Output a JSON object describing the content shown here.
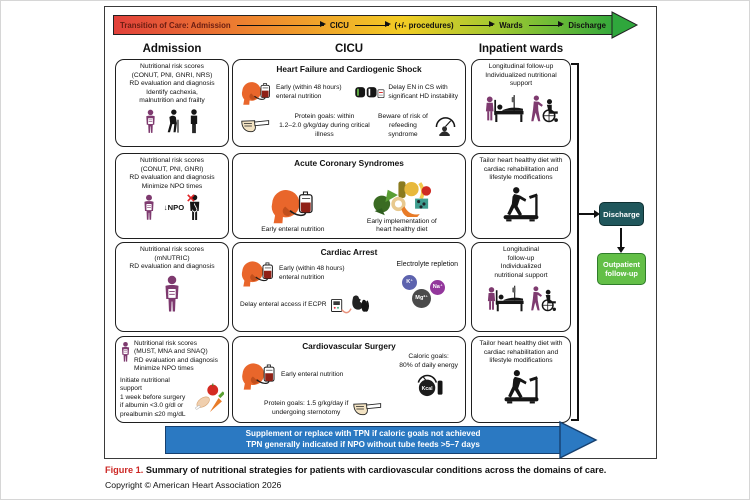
{
  "banner": {
    "title": "Transition of Care: Admission",
    "steps": [
      "CICU",
      "(+/- procedures)",
      "Wards",
      "Discharge"
    ]
  },
  "columns": {
    "c1": "Admission",
    "c2": "CICU",
    "c3": "Inpatient wards"
  },
  "rows": [
    {
      "admission": {
        "text": "Nutritional risk scores\n(CONUT, PNI, GNRI, NRS)\nRD evaluation and diagnosis\nIdentify cachexia,\nmalnutrition and frailty"
      },
      "cicu": {
        "title": "Heart Failure and Cardiogenic Shock",
        "enteral": "Early (within 48 hours)\nenteral nutrition",
        "delay": "Delay EN in CS with\nsignificant HD instability",
        "protein": "Protein goals: within\n1.2–2.0 g/kg/day during critical illness",
        "refeeding": "Beware of risk of\nrefeeding syndrome"
      },
      "wards": {
        "text": "Longitudinal follow-up\nIndividualized nutritional\nsupport"
      }
    },
    {
      "admission": {
        "text": "Nutritional risk scores\n(CONUT, PNI, GNRI)\nRD evaluation and diagnosis\nMinimize NPO times",
        "npo": "↓NPO"
      },
      "cicu": {
        "title": "Acute Coronary Syndromes",
        "enteral": "Early enteral nutrition",
        "diet": "Early implementation of\nheart healthy diet"
      },
      "wards": {
        "text": "Tailor heart healthy diet with\ncardiac rehabilitation and\nlifestyle modifications"
      }
    },
    {
      "admission": {
        "text": "Nutritional risk scores\n(mNUTRIC)\nRD evaluation and diagnosis"
      },
      "cicu": {
        "title": "Cardiac Arrest",
        "enteral": "Early (within 48 hours)\nenteral nutrition",
        "delay": "Delay enteral access if ECPR",
        "electrolyte_title": "Electrolyte repletion",
        "electrolytes": [
          "K⁺",
          "Na⁺",
          "Mg²⁺"
        ]
      },
      "wards": {
        "text": "Longitudinal\nfollow-up\nIndividualized\nnutritional support"
      }
    },
    {
      "admission": {
        "text": "Nutritional risk scores\n(MUST, MNA and SNAQ)\nRD evaluation and diagnosis\nMinimize NPO times",
        "text2": "Initiate nutritional support\n1 week before surgery\nif albumin <3.0 g/dl or\nprealbumin ≤20 mg/dL"
      },
      "cicu": {
        "title": "Cardiovascular Surgery",
        "enteral": "Early enteral nutrition",
        "caloric": "Caloric goals:\n80% of daily energy",
        "protein": "Protein goals: 1.5 g/kg/day if\nundergoing sternotomy",
        "kcal_label": "Kcal"
      },
      "wards": {
        "text": "Tailor heart healthy diet with\ncardiac rehabilitation and\nlifestyle modifications"
      }
    }
  ],
  "side": {
    "discharge": "Discharge",
    "outpatient": "Outpatient\nfollow-up"
  },
  "tpn_banner": {
    "line1": "Supplement or replace with TPN if caloric goals not achieved",
    "line2": "TPN generally indicated if NPO without tube feeds >5–7 days"
  },
  "caption": {
    "label": "Figure 1.",
    "text": " Summary of nutritional strategies for patients with cardiovascular conditions across the domains of care."
  },
  "copyright": "Copyright © American Heart Association 2026",
  "icons": {
    "dietitian-icon": "purple dietitian with clipboard",
    "elderly-person-icon": "elderly person with cane",
    "person-silhouette-icon": "standing person silhouette",
    "enteral-nutrition-icon": "orange head with feeding tube and IV bag",
    "infusion-pumps-icon": "infusion pumps",
    "protein-scoop-icon": "protein powder scoop",
    "refeeding-scale-icon": "person on weighing scale",
    "npo-patient-icon": "patient with red X (NPO)",
    "healthy-food-icon": "heart healthy produce",
    "hospital-bed-icon": "patient in bed with IV and nurse",
    "wheelchair-caregiver-icon": "caregiver pushing wheelchair",
    "treadmill-icon": "person exercising on treadmill",
    "ecpr-icon": "ECMO circuit with heart and lungs",
    "kcal-scale-icon": "kitchen scale with Kcal dial",
    "preop-food-icon": "apple, carrot and poultry"
  },
  "colors": {
    "gradient": [
      "#e2413b",
      "#ee8a2e",
      "#f2cc24",
      "#35a93b"
    ],
    "banner_title_text": "#6a1d12",
    "purple_figure": "#7e3a6f",
    "orange_head": "#e9662b",
    "iv_fluid": "#8f2016",
    "discharge_box": "#20575c",
    "outpatient_box": "#63bf47",
    "tpn_blue": "#2b79c2",
    "electrolyte_k": "#5d63ae",
    "electrolyte_na": "#93379c",
    "electrolyte_mg": "#4a4a4a",
    "figure_label_red": "#cc2724"
  }
}
